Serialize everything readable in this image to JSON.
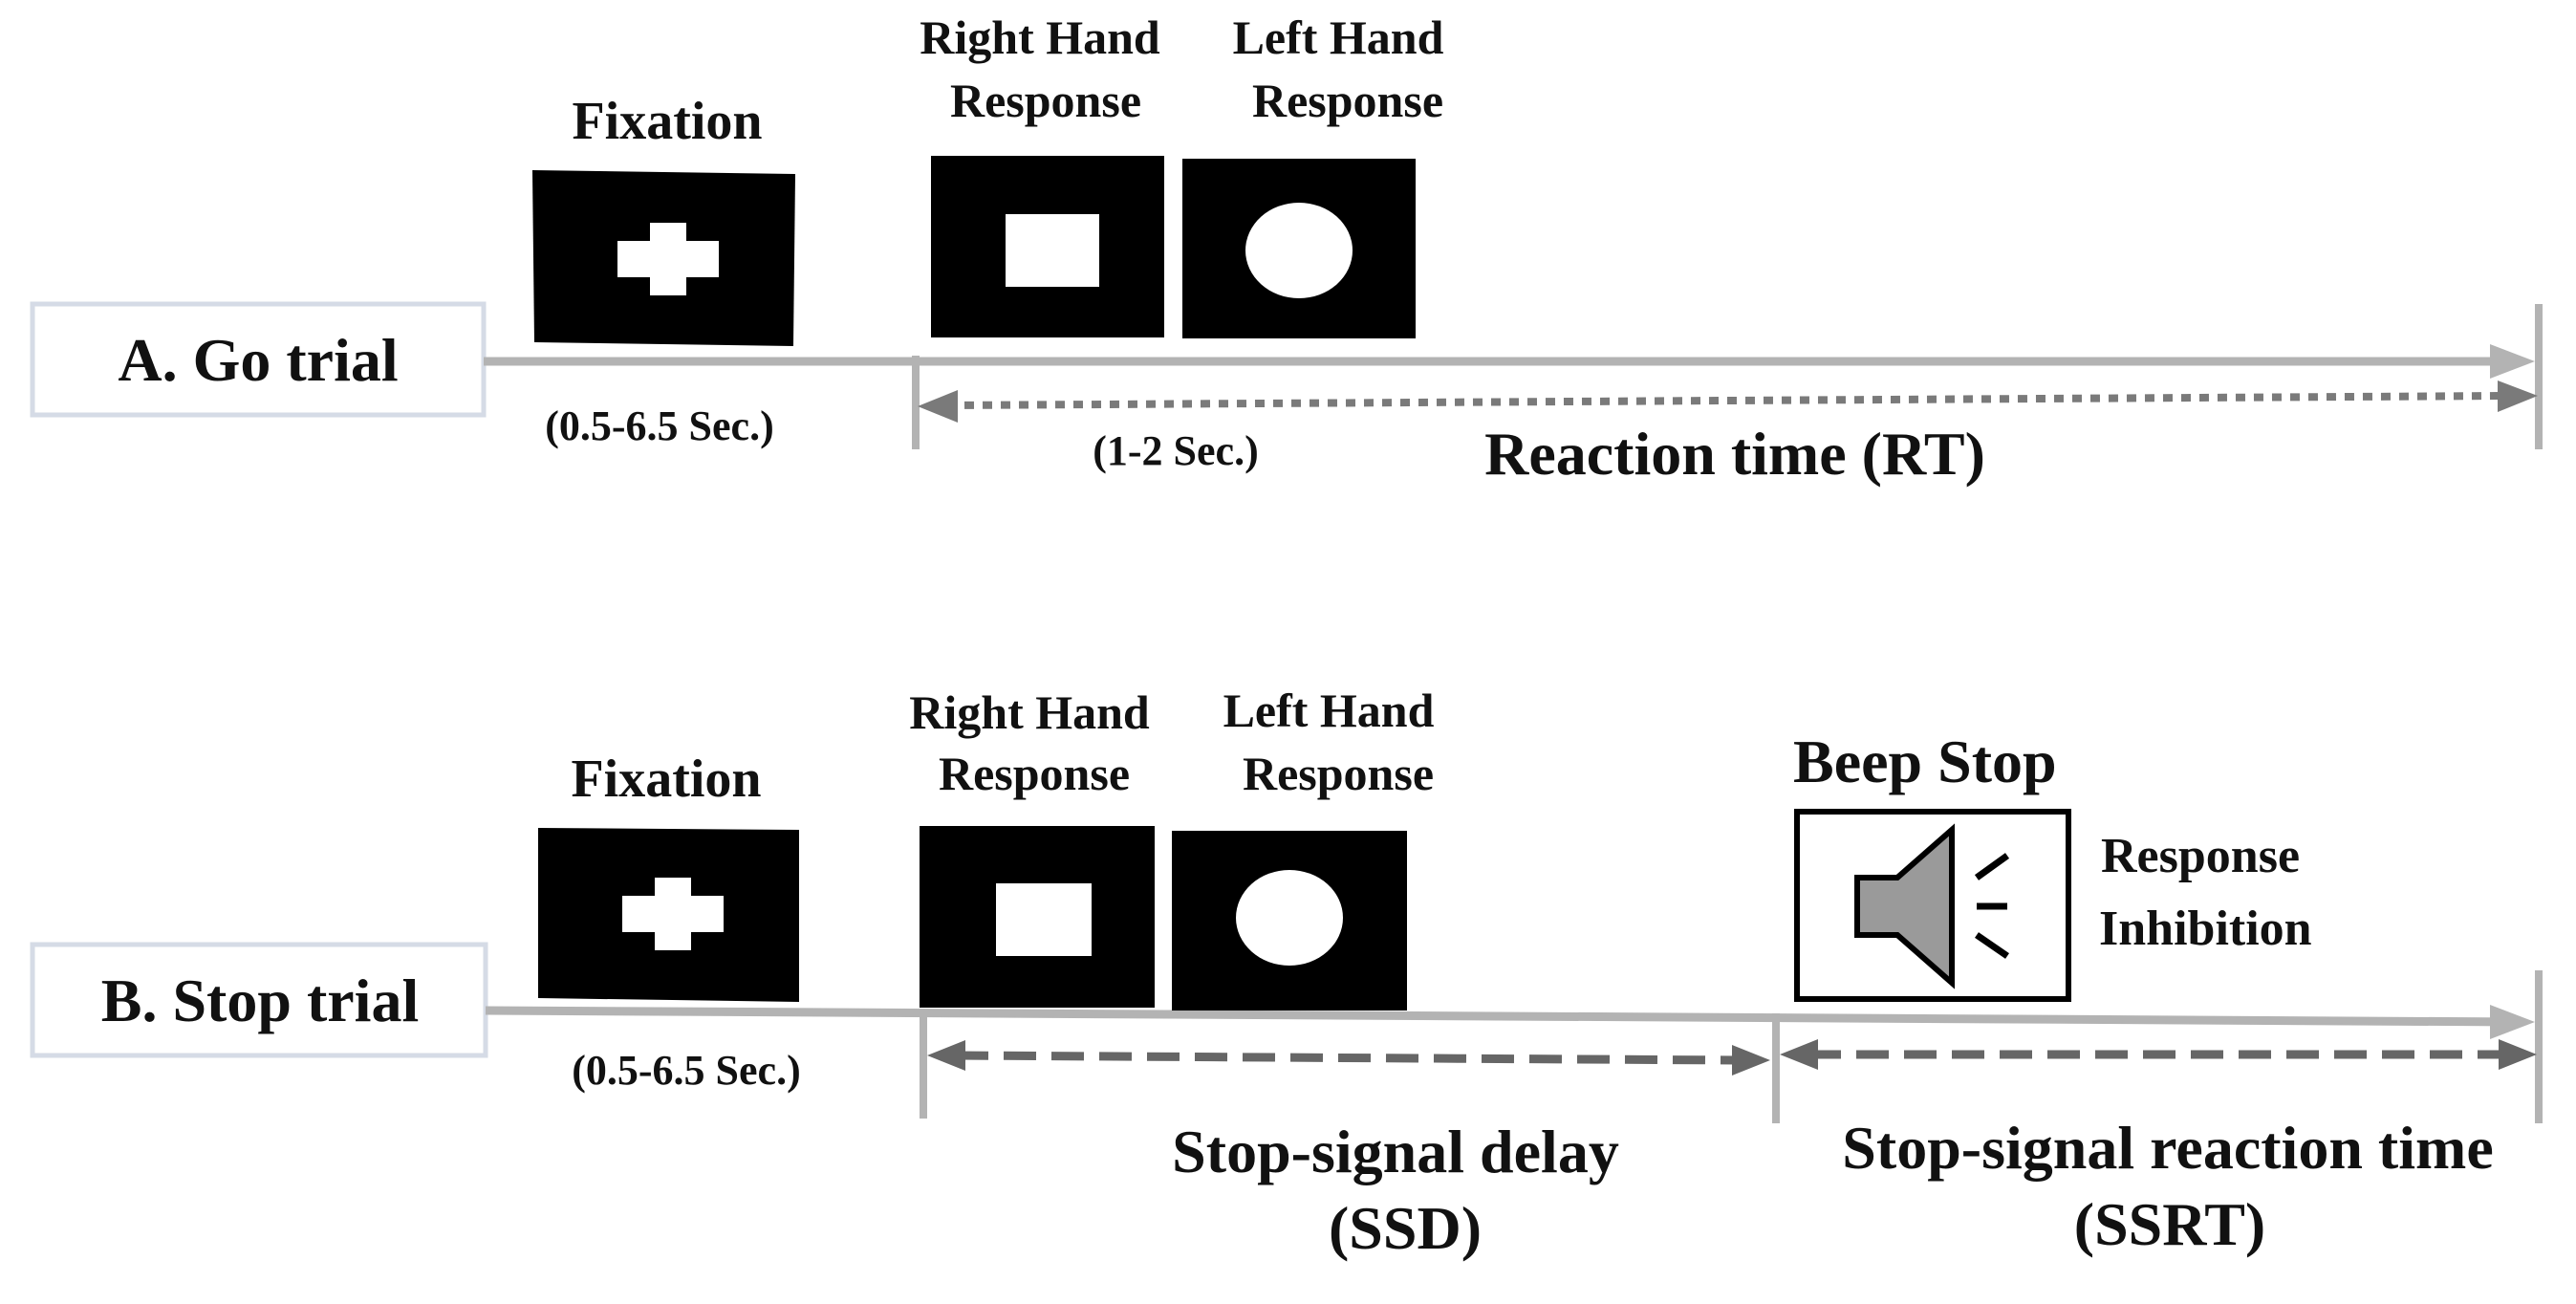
{
  "colors": {
    "timeline": "#b3b3b3",
    "arrow_dark": "#666666",
    "arrow_dotted": "#7a7a7a",
    "label_box_border": "#d5dbe6",
    "stimulus_bg": "#000000",
    "stimulus_fg": "#ffffff",
    "speaker_fill": "#9a9a9a"
  },
  "go_trial": {
    "label": "A. Go trial",
    "fixation_title": "Fixation",
    "fixation_duration": "(0.5-6.5 Sec.)",
    "right_hand_line1": "Right Hand",
    "right_hand_line2": "Response",
    "left_hand_line1": "Left Hand",
    "left_hand_line2": "Response",
    "response_window": "(1-2 Sec.)",
    "reaction_time": "Reaction time (RT)"
  },
  "stop_trial": {
    "label": "B. Stop trial",
    "fixation_title": "Fixation",
    "fixation_duration": "(0.5-6.5 Sec.)",
    "right_hand_line1": "Right Hand",
    "right_hand_line2": "Response",
    "left_hand_line1": "Left Hand",
    "left_hand_line2": "Response",
    "beep_title": "Beep Stop",
    "inhibition_line1": "Response",
    "inhibition_line2": "Inhibition",
    "ssd_line1": "Stop-signal delay",
    "ssd_line2": "(SSD)",
    "ssrt_line1": "Stop-signal reaction time",
    "ssrt_line2": "(SSRT)"
  },
  "icons": [
    "fixation-cross-icon",
    "square-stimulus-icon",
    "circle-stimulus-icon",
    "speaker-icon"
  ]
}
